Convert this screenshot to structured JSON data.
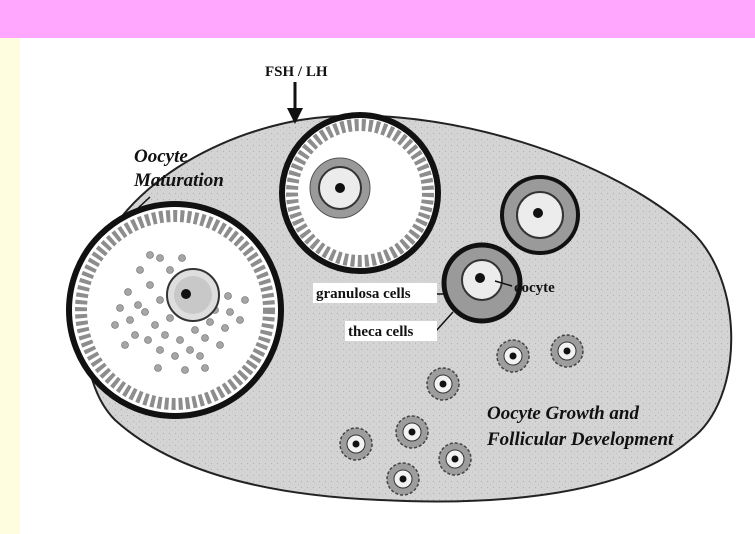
{
  "labels": {
    "hormone": "FSH / LH",
    "maturation_line1": "Oocyte",
    "maturation_line2": "Maturation",
    "granulosa": "granulosa cells",
    "theca": "theca cells",
    "oocyte": "oocyte",
    "growth_line1": "Oocyte Growth and",
    "growth_line2": "Follicular Development"
  },
  "colors": {
    "top_bar": "#ffa6ff",
    "side_band": "#fffde0",
    "ovary_fill": "#d2d2d2",
    "cell_fill": "#9a9a9a",
    "ink": "#111111"
  }
}
